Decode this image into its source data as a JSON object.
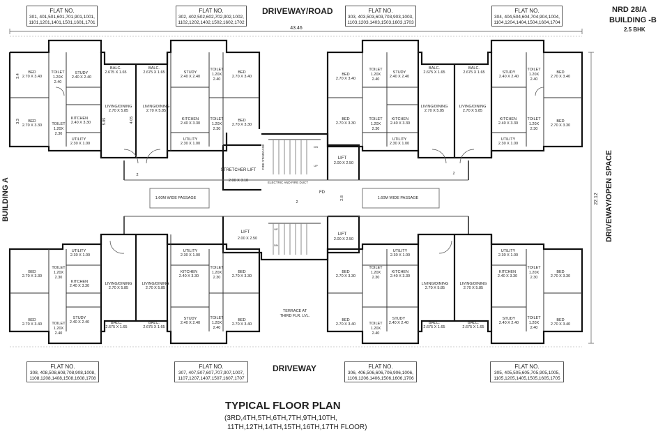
{
  "title_block": {
    "line1": "NRD 28/A",
    "line2": "BUILDING -B",
    "line3": "2.5 BHK"
  },
  "road_top": "DRIVEWAY/ROAD",
  "road_bottom": "DRIVEWAY",
  "side_right": "DRIVEWAY/OPEN SPACE",
  "side_left": "BUILDING A",
  "dim_width": "43.46",
  "dim_height": "22.12",
  "plan_title": "TYPICAL FLOOR PLAN",
  "plan_sub1": "(3RD,4TH,5TH,6TH,7TH,9TH,10TH,",
  "plan_sub2": "11TH,12TH,14TH,15TH,16TH,17TH FLOOR)",
  "flat_boxes": {
    "tl": {
      "head": "FLAT NO.",
      "l1": "301, 401,501,601,701,901,1001,",
      "l2": "1101,1201,1401,1501,1601,1701"
    },
    "tm": {
      "head": "FLAT NO.",
      "l1": "302, 402,502,602,702,902,1002,",
      "l2": "1102,1202,1402,1502,1602,1702"
    },
    "tr1": {
      "head": "FLAT NO.",
      "l1": "303, 403,503,603,703,903,1003,",
      "l2": "1103,1203,1403,1503,1603,1703"
    },
    "tr2": {
      "head": "FLAT NO.",
      "l1": "304, 404,504,604,704,904,1004,",
      "l2": "1104,1204,1404,1504,1604,1704"
    },
    "bl": {
      "head": "FLAT NO.",
      "l1": "308, 408,508,608,708,908,1008,",
      "l2": "1108,1208,1408,1508,1608,1708"
    },
    "bm": {
      "head": "FLAT NO.",
      "l1": "307, 407,507,607,707,907,1007,",
      "l2": "1107,1207,1407,1507,1607,1707"
    },
    "br1": {
      "head": "FLAT NO.",
      "l1": "306, 406,506,606,706,906,1006,",
      "l2": "1106,1206,1406,1506,1606,1706"
    },
    "br2": {
      "head": "FLAT NO.",
      "l1": "305, 405,505,605,705,905,1005,",
      "l2": "1105,1205,1405,1505,1605,1705"
    }
  },
  "core": {
    "fire_staircase": "FIRE STAIRCASE",
    "stretcher_lift": "STRETCHER LIFT",
    "stretcher_dim": "2.00 X 3.10",
    "lift": "LIFT",
    "lift_dim": "2.00 X 2.50",
    "electric_duct": "ELECTRIC AND FIRE DUCT",
    "fd": "FD",
    "passage": "1.60M WIDE PASSAGE",
    "terrace_l1": "TERRACE AT",
    "terrace_l2": "THIRD FLR. LVL.",
    "up": "UP",
    "dn": "DN",
    "dim_2": "2",
    "dim_28": "2.8"
  },
  "rooms": {
    "bed_a": "BED",
    "bed_a_dim": "2.70 X 3.40",
    "bed_b": "BED",
    "bed_b_dim": "2.70 X 3.30",
    "toilet": "TOILET",
    "toilet_dim1": "1.20X",
    "toilet_dim2": "2.40",
    "toilet_dim3": "2.30",
    "toilet_dim_a": "1.20X 2.40",
    "toilet_dim_b": "1.20X 2.30",
    "study": "STUDY",
    "study_dim": "2.40 X 2.40",
    "balc": "BALC.",
    "balc_dim": "2.675 X 1.65",
    "living": "LIVING/DINING",
    "living_dim": "2.70 X 5.85",
    "kitchen": "KITCHEN",
    "kitchen_dim": "2.40 X 3.30",
    "utility": "UTILITY",
    "utility_dim": "2.30 X 1.00",
    "d34": "3.4",
    "d33": "3.3",
    "d405": "4.05",
    "d585": "5.85"
  }
}
